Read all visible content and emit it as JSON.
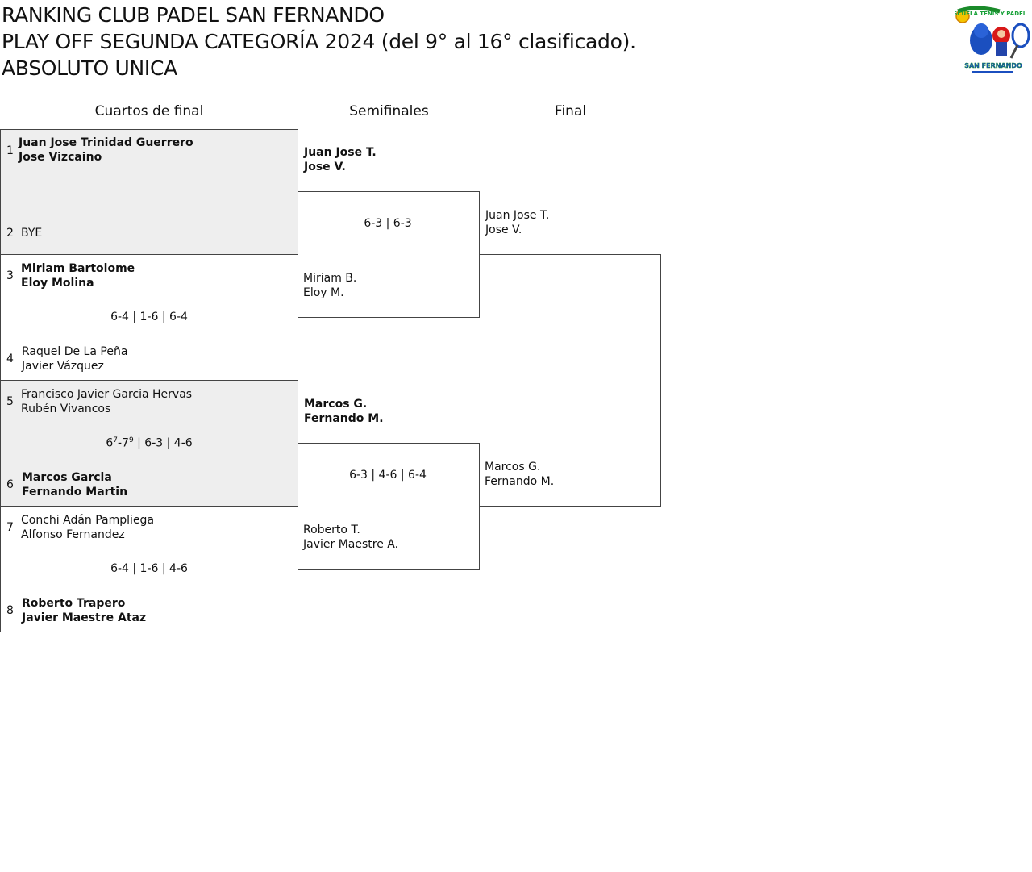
{
  "header": {
    "line1": "RANKING CLUB PADEL SAN FERNANDO",
    "line2": "PLAY OFF SEGUNDA CATEGORÍA 2024 (del 9° al 16° clasificado).",
    "line3": "ABSOLUTO UNICA",
    "logo": {
      "text_top": "CLUB ESCUELA TENIS Y PADEL",
      "text_bottom": "SAN FERNANDO"
    }
  },
  "rounds": {
    "quarters": "Cuartos de final",
    "semis": "Semifinales",
    "final": "Final"
  },
  "quarters": [
    {
      "seed_a": "1",
      "a1": "Juan Jose Trinidad Guerrero",
      "a2": "Jose Vizcaino",
      "seed_b": "2",
      "b1": "BYE",
      "b2": "",
      "score": "",
      "winner": "a"
    },
    {
      "seed_a": "3",
      "a1": "Miriam Bartolome",
      "a2": "Eloy Molina",
      "seed_b": "4",
      "b1": "Raquel De La Peña",
      "b2": "Javier Vázquez",
      "score": "6-4 | 1-6 | 6-4",
      "winner": "a"
    },
    {
      "seed_a": "5",
      "a1": "Francisco Javier Garcia Hervas",
      "a2": "Rubén Vivancos",
      "seed_b": "6",
      "b1": "Marcos Garcia",
      "b2": "Fernando Martin",
      "score_base": "6",
      "score_sup1": "7",
      "score_mid": "-7",
      "score_sup2": "9",
      "score_rest": " | 6-3 | 4-6",
      "winner": "b"
    },
    {
      "seed_a": "7",
      "a1": "Conchi Adán Pampliega",
      "a2": "Alfonso Fernandez",
      "seed_b": "8",
      "b1": "Roberto Trapero",
      "b2": "Javier Maestre Ataz",
      "score": "6-4 | 1-6 | 4-6",
      "winner": "b"
    }
  ],
  "semis": [
    {
      "a1": "Juan Jose T.",
      "a2": "Jose V.",
      "b1": "Miriam B.",
      "b2": "Eloy M.",
      "score": "6-3 | 6-3",
      "winner": "a"
    },
    {
      "a1": "Marcos G.",
      "a2": "Fernando M.",
      "b1": "Roberto T.",
      "b2": "Javier Maestre A.",
      "score": "6-3 | 4-6 | 6-4",
      "winner": "a"
    }
  ],
  "final": {
    "a1": "Juan Jose T.",
    "a2": "Jose V.",
    "b1": "Marcos G.",
    "b2": "Fernando M."
  },
  "colors": {
    "grey_band": "#eeeeee",
    "line": "#444444"
  }
}
